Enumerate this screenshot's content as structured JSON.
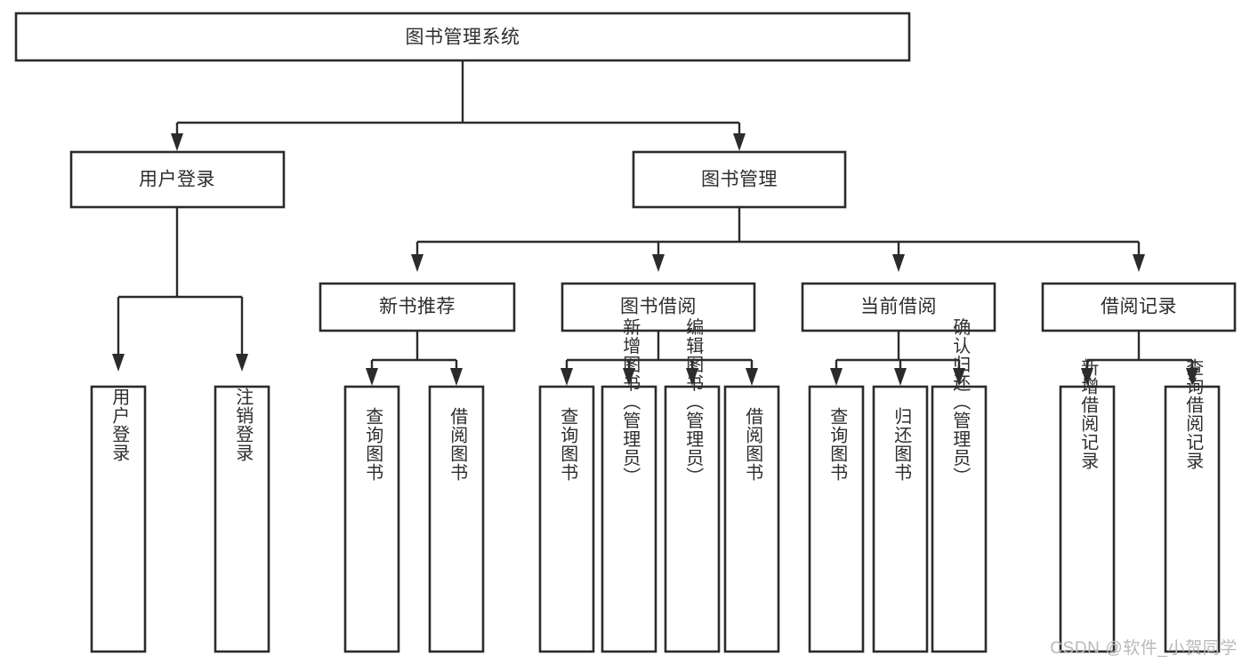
{
  "diagram": {
    "type": "hierarchy-tree",
    "title": "图书管理系统",
    "watermark": "CSDN @软件_小贺同学",
    "colors": {
      "box_stroke": "#2b2b2b",
      "box_fill": "#ffffff",
      "text": "#2e2e2e",
      "connector": "#2b2b2b",
      "watermark": "#b9b9b9",
      "background": "#ffffff"
    },
    "levels": {
      "root": {
        "label": "图书管理系统"
      },
      "level2": [
        {
          "id": "user-login",
          "label": "用户登录"
        },
        {
          "id": "book-manage",
          "label": "图书管理"
        }
      ],
      "level3": [
        {
          "id": "new-book-recommend",
          "label": "新书推荐",
          "parent": "book-manage"
        },
        {
          "id": "book-borrow",
          "label": "图书借阅",
          "parent": "book-manage"
        },
        {
          "id": "current-borrow",
          "label": "当前借阅",
          "parent": "book-manage"
        },
        {
          "id": "borrow-record",
          "label": "借阅记录",
          "parent": "book-manage"
        }
      ],
      "leaves": [
        {
          "id": "leaf-user-login",
          "label": "用户登录",
          "parent": "user-login"
        },
        {
          "id": "leaf-logout",
          "label": "注销登录",
          "parent": "user-login"
        },
        {
          "id": "leaf-query-book-1",
          "label": "查询图书",
          "parent": "new-book-recommend"
        },
        {
          "id": "leaf-borrow-book-1",
          "label": "借阅图书",
          "parent": "new-book-recommend"
        },
        {
          "id": "leaf-query-book-2",
          "label": "查询图书",
          "parent": "book-borrow"
        },
        {
          "id": "leaf-add-book",
          "label": "新增图书（管理员）",
          "parent": "book-borrow"
        },
        {
          "id": "leaf-edit-book",
          "label": "编辑图书（管理员）",
          "parent": "book-borrow"
        },
        {
          "id": "leaf-borrow-book-2",
          "label": "借阅图书",
          "parent": "book-borrow"
        },
        {
          "id": "leaf-query-book-3",
          "label": "查询图书",
          "parent": "current-borrow"
        },
        {
          "id": "leaf-return-book",
          "label": "归还图书",
          "parent": "current-borrow"
        },
        {
          "id": "leaf-confirm-return",
          "label": "确认归还（管理员）",
          "parent": "current-borrow"
        },
        {
          "id": "leaf-add-record",
          "label": "新增借阅记录",
          "parent": "borrow-record"
        },
        {
          "id": "leaf-query-record",
          "label": "查询借阅记录",
          "parent": "borrow-record"
        }
      ]
    }
  }
}
